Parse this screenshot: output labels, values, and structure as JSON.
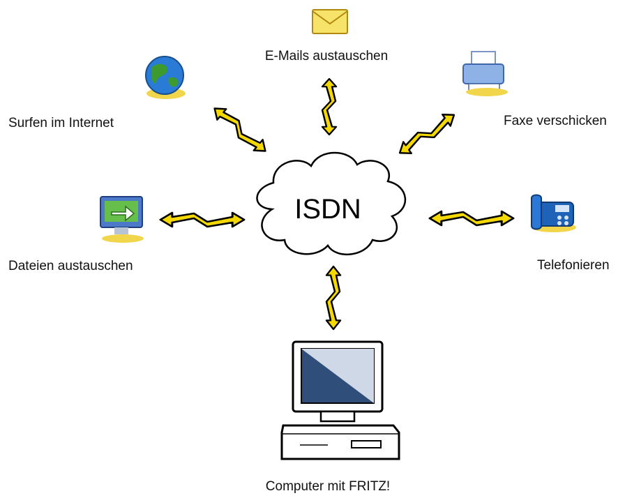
{
  "hub": {
    "label": "ISDN"
  },
  "nodes": {
    "email": {
      "label": "E-Mails austauschen",
      "icon": "envelope-icon"
    },
    "internet": {
      "label": "Surfen im Internet",
      "icon": "globe-icon"
    },
    "fax": {
      "label": "Faxe verschicken",
      "icon": "fax-icon"
    },
    "files": {
      "label": "Dateien austauschen",
      "icon": "file-transfer-icon"
    },
    "phone": {
      "label": "Telefonieren",
      "icon": "telephone-icon"
    },
    "computer": {
      "label": "Computer mit FRITZ!",
      "icon": "computer-icon"
    }
  },
  "colors": {
    "arrow_fill": "#f5d800",
    "arrow_outline": "#000000",
    "cloud_fill": "#ffffff",
    "cloud_stroke": "#000000",
    "envelope": "#f7e36a",
    "globe_ocean": "#2a7bd6",
    "globe_land": "#3c9a2e",
    "phone_body": "#1e63b8",
    "monitor_screen": "#2f4f7a"
  }
}
